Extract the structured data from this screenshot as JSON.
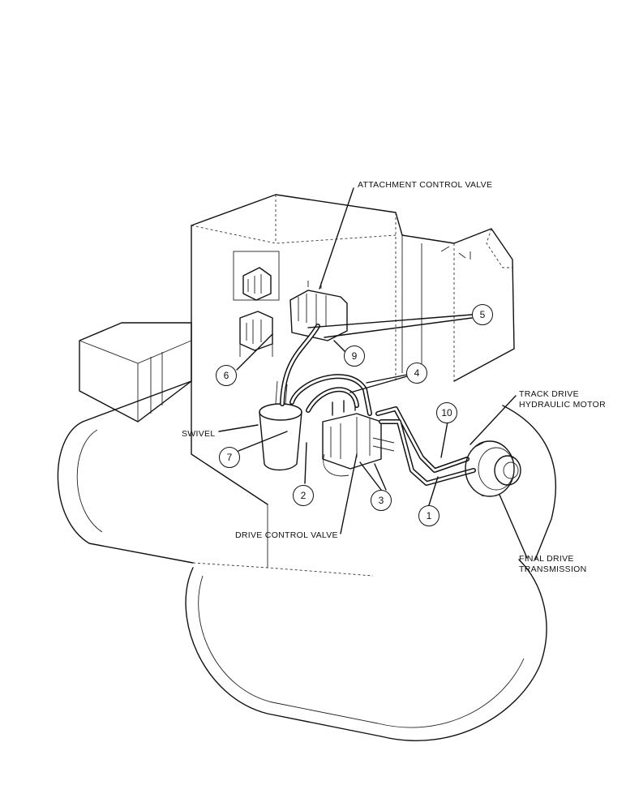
{
  "labels": {
    "attachment_control_valve": "ATTACHMENT CONTROL VALVE",
    "track_drive_line1": "TRACK DRIVE",
    "track_drive_line2": "HYDRAULIC MOTOR",
    "swivel": "SWIVEL",
    "drive_control_valve": "DRIVE CONTROL VALVE",
    "final_drive_line1": "FINAL DRIVE",
    "final_drive_line2": "TRANSMISSION"
  },
  "callouts": {
    "c1": "1",
    "c2": "2",
    "c3": "3",
    "c4": "4",
    "c5": "5",
    "c6": "6",
    "c7": "7",
    "c9": "9",
    "c10": "10"
  }
}
